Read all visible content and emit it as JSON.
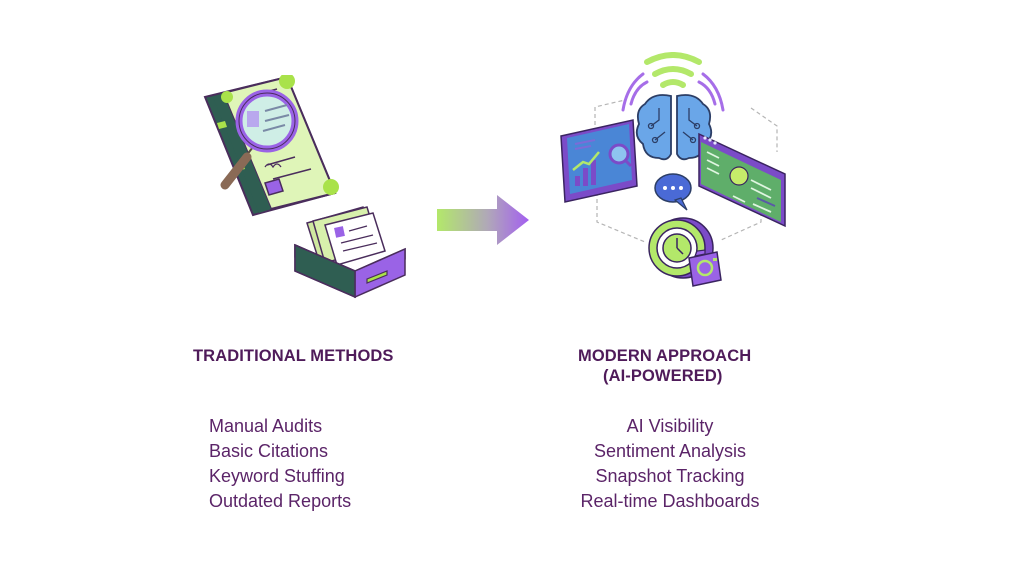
{
  "colors": {
    "heading": "#4f1b5a",
    "text": "#5b2468",
    "green": "#b3e86a",
    "purple": "#9a63e6",
    "dark_teal": "#2f5e52",
    "blue": "#4a86d6"
  },
  "left": {
    "illustration": "traditional-methods-illustration",
    "icons": [
      "book-icon",
      "magnifying-glass-icon",
      "file-box-icon"
    ],
    "heading": "TRADITIONAL METHODS",
    "items": [
      {
        "label": "Manual Audits"
      },
      {
        "label": "Basic Citations"
      },
      {
        "label": "Keyword Stuffing"
      },
      {
        "label": "Outdated Reports"
      }
    ]
  },
  "arrow": {
    "icon": "right-arrow-icon"
  },
  "right": {
    "illustration": "ai-powered-illustration",
    "icons": [
      "brain-icon",
      "signal-icon",
      "analytics-screen-icon",
      "dashboard-screen-icon",
      "chat-bubble-icon",
      "clock-camera-icon"
    ],
    "heading_line1": "MODERN APPROACH",
    "heading_line2": "(AI-POWERED)",
    "items": [
      {
        "label": "AI Visibility"
      },
      {
        "label": "Sentiment Analysis"
      },
      {
        "label": "Snapshot Tracking"
      },
      {
        "label": "Real-time Dashboards"
      }
    ]
  }
}
